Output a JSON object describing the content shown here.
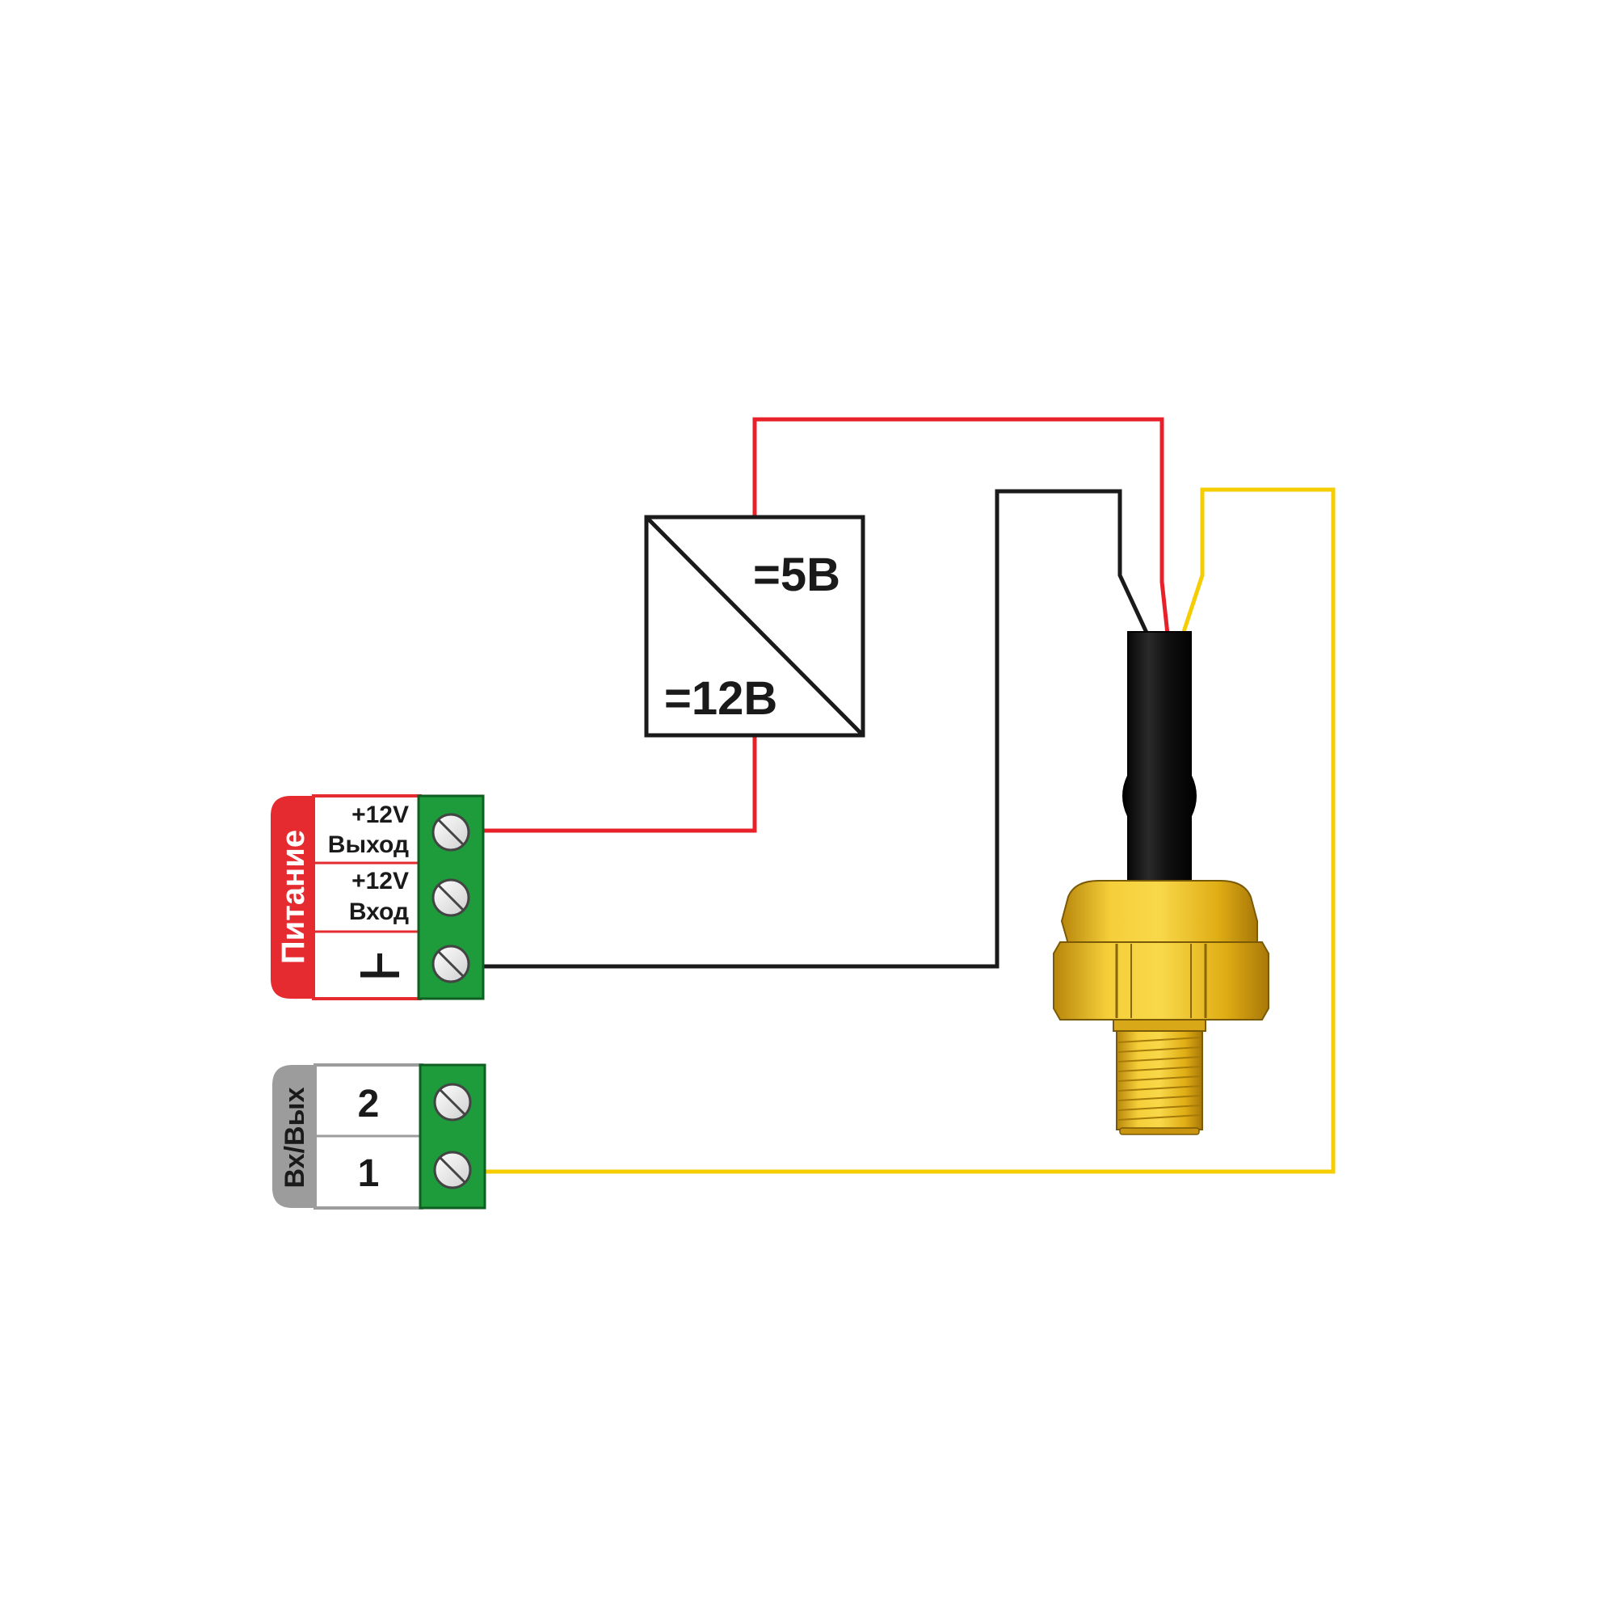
{
  "converter": {
    "output_label": "=5В",
    "input_label": "=12В"
  },
  "power_block": {
    "tab_label": "Питание",
    "rows": [
      {
        "line1": "+12V",
        "line2": "Выход"
      },
      {
        "line1": "+12V",
        "line2": "Вход"
      },
      {
        "symbol": "⊥"
      }
    ]
  },
  "io_block": {
    "tab_label": "Вх/Вых",
    "rows": [
      {
        "label": "2"
      },
      {
        "label": "1"
      }
    ]
  },
  "colors": {
    "wire_power": "#e8202a",
    "wire_ground": "#1a1a1a",
    "wire_signal": "#f5cd00",
    "terminal_green": "#1e9b3b",
    "power_tab_red": "#e52b2f",
    "io_tab_gray": "#9c9c9c",
    "sensor_brass": "#f2c21a"
  },
  "icons": [
    "screw-terminal-icon",
    "ground-symbol-icon",
    "pressure-sensor-icon",
    "dc-dc-converter-icon"
  ]
}
